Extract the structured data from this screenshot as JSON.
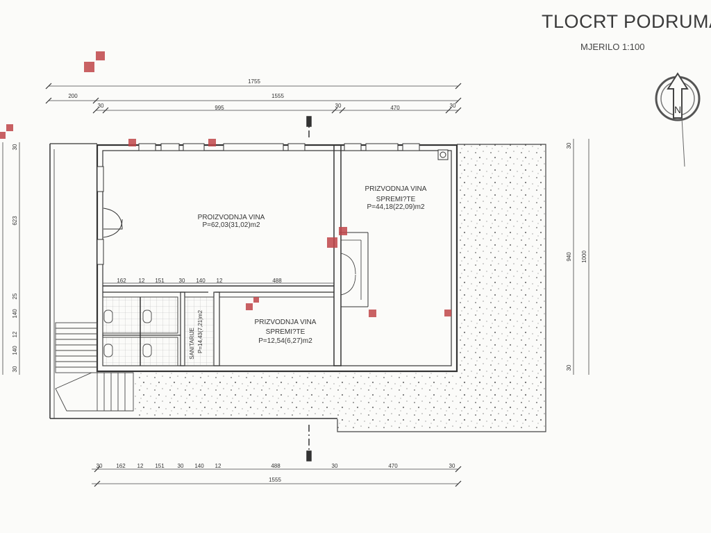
{
  "title": "TLOCRT PODRUMA",
  "scale": "MJERILO 1:100",
  "north_label": "N",
  "rooms": [
    {
      "name": "PROIZVODNJA VINA",
      "area": "P=62,03(31,02)m2"
    },
    {
      "name_line1": "PRIZVODNJA VINA",
      "name_line2": "SPREMI?TE",
      "area": "P=44,18(22,09)m2"
    },
    {
      "name_line1": "PRIZVODNJA VINA",
      "name_line2": "SPREMI?TE",
      "area": "P=12,54(6,27)m2"
    },
    {
      "name": "SANITARIJE",
      "area": "P=14,43(7,21)m2"
    }
  ],
  "dims_top": {
    "overall": "1755",
    "d200": "200",
    "d1555": "1555",
    "row3": [
      "30",
      "995",
      "30",
      "470",
      "30"
    ]
  },
  "dims_inner": [
    "162",
    "12",
    "151",
    "30",
    "140",
    "12",
    "488"
  ],
  "dims_bottom": {
    "row": [
      "30",
      "162",
      "12",
      "151",
      "30",
      "140",
      "12",
      "488",
      "30",
      "470",
      "30"
    ],
    "total": "1555"
  },
  "dims_left": [
    "30",
    "623",
    "25",
    "140",
    "12",
    "140",
    "30"
  ],
  "dims_right": {
    "top": "30",
    "inner": "940",
    "outer": "1000",
    "bottom": "30"
  },
  "colors": {
    "marker": "#c0464a",
    "wall": "#333333",
    "paper": "#fbfbf9"
  }
}
